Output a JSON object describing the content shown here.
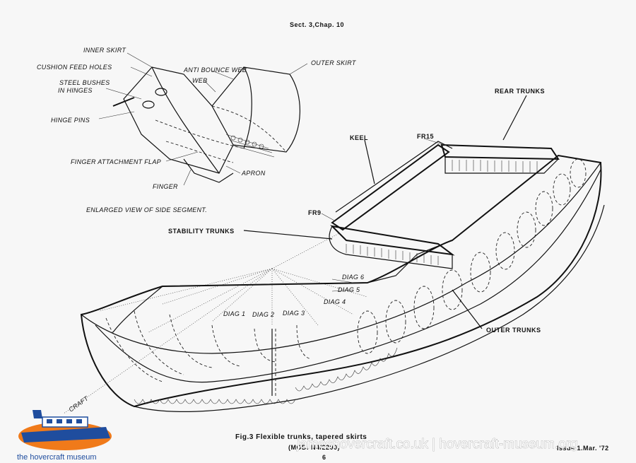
{
  "header": {
    "section": "Sect. 3,Chap. 10"
  },
  "detail_labels": {
    "inner_skirt": "INNER SKIRT",
    "cushion_feed_holes": "CUSHION FEED HOLES",
    "steel_bushes": "STEEL BUSHES",
    "in_hinges": "IN HINGES",
    "hinge_pins": "HINGE PINS",
    "anti_bounce_web": "ANTI BOUNCE WEB",
    "web": "WEB",
    "outer_skirt": "OUTER SKIRT",
    "finger_attachment_flap": "FINGER ATTACHMENT FLAP",
    "apron": "APRON",
    "finger": "FINGER",
    "enlarged_view": "ENLARGED VIEW OF SIDE SEGMENT."
  },
  "main_labels": {
    "rear_trunks": "REAR TRUNKS",
    "keel": "KEEL",
    "fr15": "FR15",
    "fr9": "FR9",
    "stability_trunks": "STABILITY TRUNKS",
    "diag6": "DIAG 6",
    "diag5": "DIAG 5",
    "diag4": "DIAG 4",
    "diag3": "DIAG 3",
    "diag2": "DIAG 2",
    "diag1": "DIAG 1",
    "outer_trunks": "OUTER TRUNKS",
    "craft_fragment": "CRAFT"
  },
  "footer": {
    "caption": "Fig.3 Flexible trunks, tapered skirts",
    "modification": "(MOD. N4/2200)",
    "page_number": "6",
    "issue": "Issue 1.Mar. '72"
  },
  "watermark": {
    "text": "jameshovercraft.co.uk | hovercraft-museum.org",
    "museum_name": "the hovercraft museum",
    "logo_colors": {
      "hull": "#1f4d9e",
      "skirt": "#f07a1a",
      "cabin": "#ffffff"
    }
  }
}
